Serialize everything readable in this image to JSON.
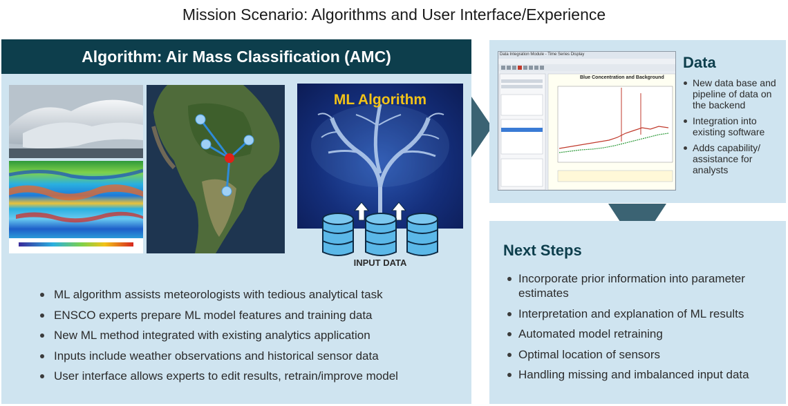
{
  "page": {
    "title": "Mission Scenario: Algorithms and User Interface/Experience"
  },
  "amc": {
    "header": "Algorithm: Air Mass Classification (AMC)",
    "ml_label": "ML Algorithm",
    "input_label": "INPUT DATA",
    "bullets": [
      "ML algorithm assists meteorologists with tedious analytical task",
      "ENSCO experts prepare ML model features and training data",
      "New ML method integrated with existing analytics application",
      "Inputs include weather observations and historical sensor data",
      "User interface allows experts to edit results, retrain/improve model"
    ]
  },
  "data_panel": {
    "title": "Data",
    "screenshot_window_title": "Data Integration Module - Time Series Display",
    "screenshot_chart_title": "Blue Concentration and Background",
    "bullets": [
      "New data base and pipeline of data on the backend",
      "Integration into existing software",
      "Adds capability/ assistance for analysts"
    ]
  },
  "next_steps": {
    "title": "Next Steps",
    "bullets": [
      "Incorporate prior information into parameter estimates",
      "Interpretation and explanation of ML results",
      "Automated model retraining",
      "Optimal location of sensors",
      "Handling missing and imbalanced input data"
    ]
  },
  "colors": {
    "header_bg": "#0d3e4c",
    "panel_bg": "#cfe4f0",
    "arrow": "#3b6373",
    "ml_title": "#f2c318"
  }
}
